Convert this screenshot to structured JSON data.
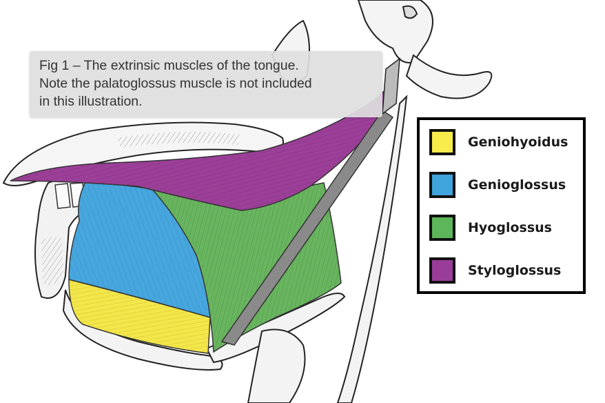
{
  "caption": {
    "line1": "Fig 1 – The extrinsic muscles of the tongue.",
    "line2": "Note the palatoglossus muscle is not included",
    "line3": "in this illustration."
  },
  "legend": {
    "items": [
      {
        "label": "Geniohyoidus",
        "color": "#f7ec4a"
      },
      {
        "label": "Genioglossus",
        "color": "#3fa3dc"
      },
      {
        "label": "Hyoglossus",
        "color": "#5db65a"
      },
      {
        "label": "Styloglossus",
        "color": "#9a3c9a"
      }
    ]
  },
  "colors": {
    "geniohyoid": "#f2e64a",
    "genioglossus": "#46a6dd",
    "hyoglossus": "#69b45f",
    "styloglossus": "#9c3f98",
    "bone": "#f4f4f4",
    "ink": "#222222"
  }
}
